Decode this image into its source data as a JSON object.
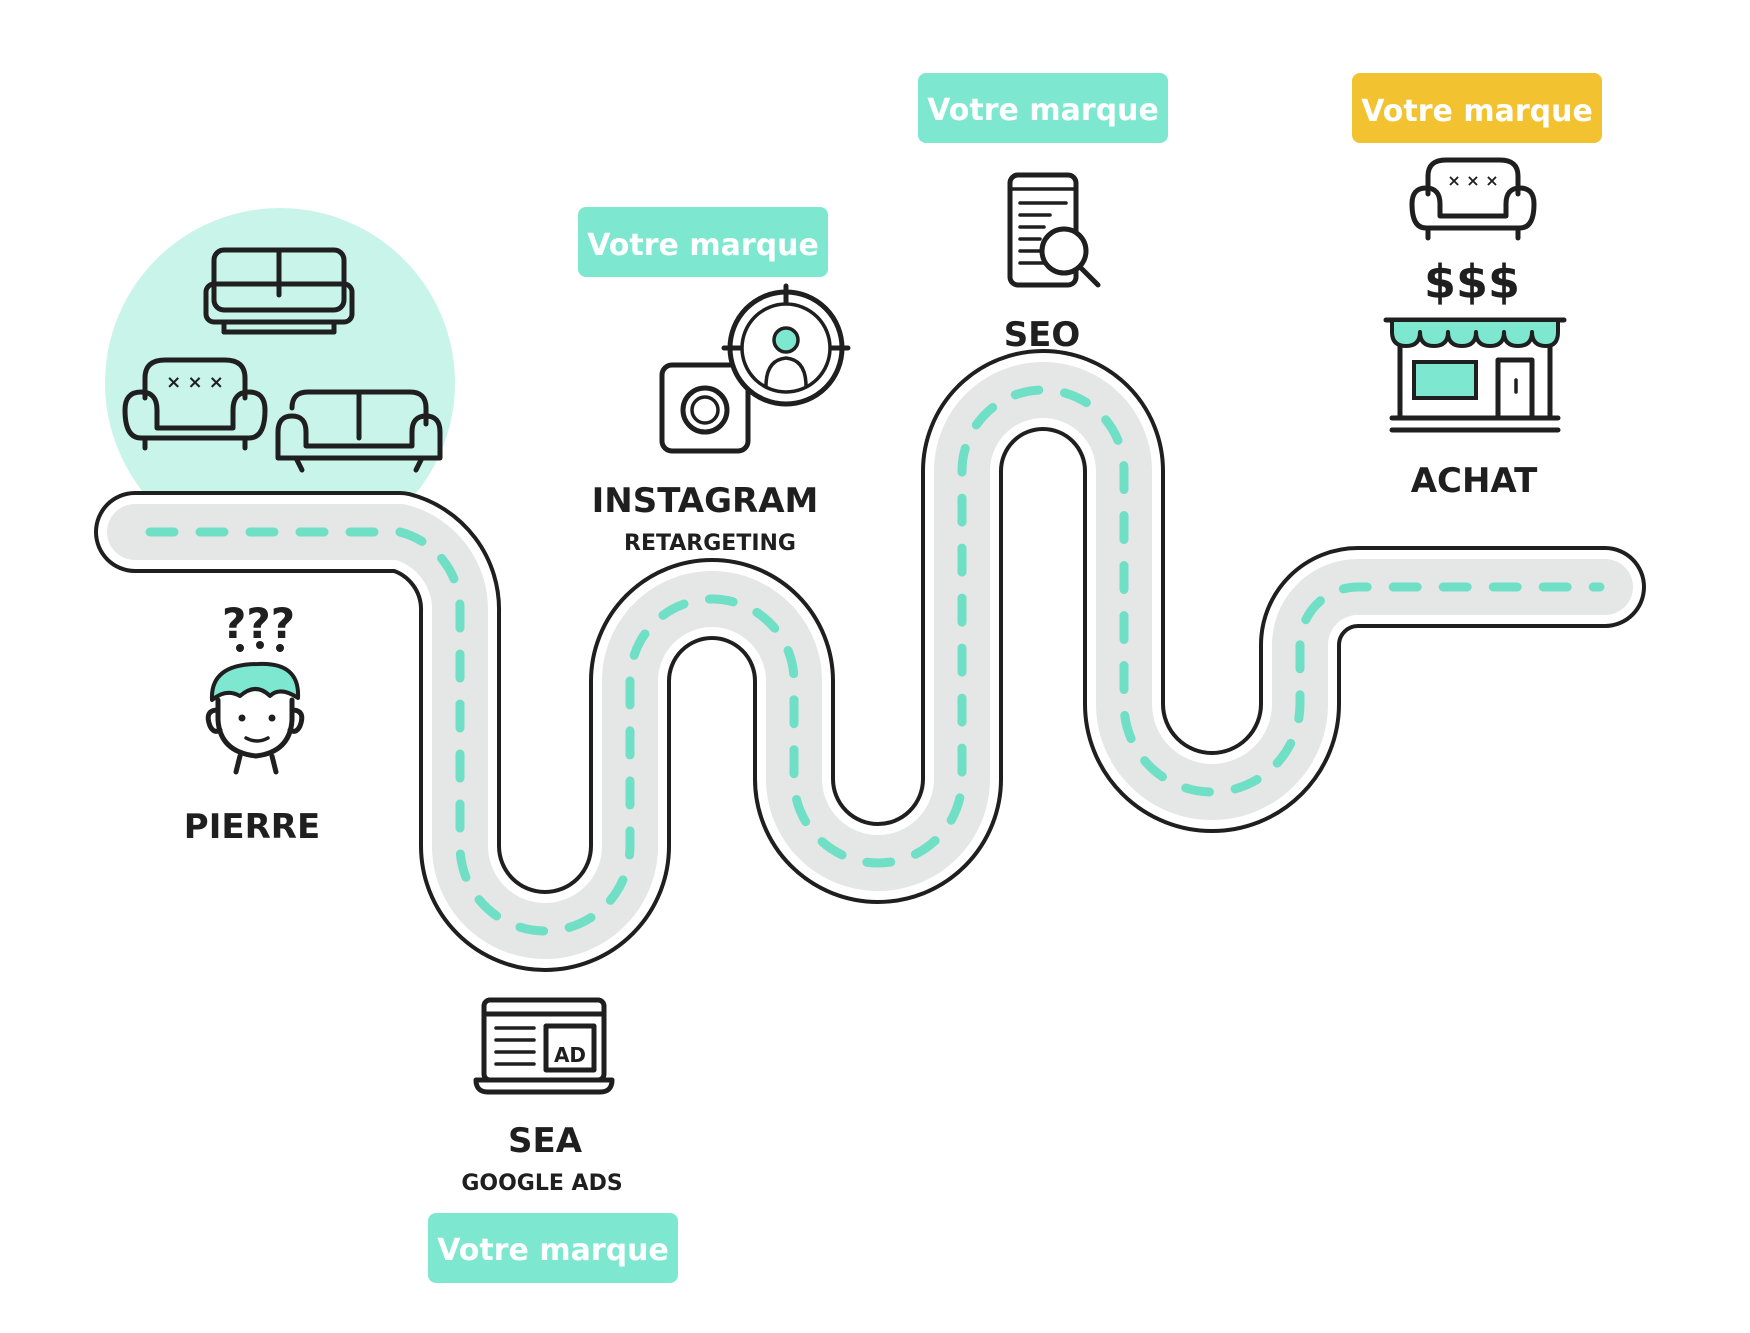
{
  "colors": {
    "accent_teal": "#7de8cf",
    "highlight_yellow": "#f2c230",
    "road_outline": "#1f1f1f",
    "road_fill": "#e5e6e6",
    "road_dash": "#6fe0c5"
  },
  "start": {
    "label": "PIERRE",
    "icon": "confused-person-icon",
    "circle_icons": [
      "sofa-icon",
      "armchair-icon",
      "couch-icon"
    ]
  },
  "steps": [
    {
      "id": "sea",
      "title": "SEA",
      "subtitle": "GOOGLE ADS",
      "brand_label": "Votre marque",
      "icon": "laptop-ad-icon",
      "brand_color": "#7de8cf"
    },
    {
      "id": "instagram",
      "title": "INSTAGRAM",
      "subtitle": "RETARGETING",
      "brand_label": "Votre marque",
      "icon": "instagram-target-icon",
      "brand_color": "#7de8cf"
    },
    {
      "id": "seo",
      "title": "SEO",
      "subtitle": "",
      "brand_label": "Votre marque",
      "icon": "phone-search-icon",
      "brand_color": "#7de8cf"
    },
    {
      "id": "achat",
      "title": "ACHAT",
      "subtitle": "",
      "brand_label": "Votre marque",
      "icon": "store-purchase-icon",
      "brand_color": "#f2c230"
    }
  ]
}
